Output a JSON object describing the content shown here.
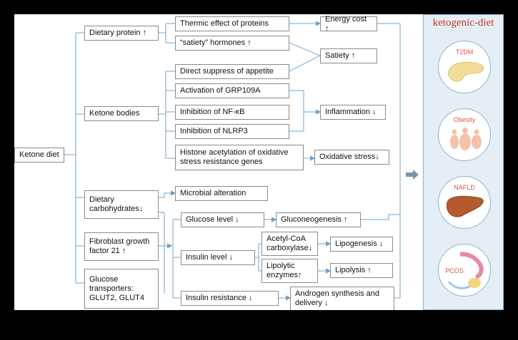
{
  "diagram": {
    "root": "Ketone diet",
    "sources": {
      "dietary_protein": "Dietary protein ↑",
      "ketone_bodies": "Ketone bodies",
      "dietary_carbohydrates": "Dietary carbohydrates↓",
      "fgf21": "Fibroblast growth factor 21 ↑",
      "glucose_transporters": "Glucose transporters: GLUT2, GLUT4"
    },
    "mechanisms": {
      "thermic_effect": "Thermic effect of proteins",
      "satiety_hormones": "“satiety” hormones ↑",
      "direct_suppress": "Direct suppress of appetite",
      "grp109a": "Activation of GRP109A",
      "nfkb": "Inhibition of NF-κB",
      "nlrp3": "Inhibition of NLRP3",
      "histone": "Histone acetylation of oxidative stress resistance genes",
      "microbial": "Microbial alteration",
      "glucose_level": "Glucose level ↓",
      "insulin_level": "Insulin level ↓",
      "insulin_resistance": "Insulin resistance ↓",
      "acetyl_coa": "Acetyl-CoA carboxylase↓",
      "lipolytic": "Lipolytic enzymes↑"
    },
    "outcomes": {
      "energy_cost": "Energy cost ↑",
      "satiety": "Satiety ↑",
      "inflammation": "Inflammation ↓",
      "oxidative_stress": "Oxidative stress↓",
      "gluconeogenesis": "Gluconeogenesis ↑",
      "lipogenesis": "Lipogenesis ↓",
      "lipolysis": "Lipolysis ↑",
      "androgen": "Androgen synthesis and delivery ↓"
    }
  },
  "panel": {
    "title": "ketogenic-diet",
    "conditions": [
      "T2DM",
      "Obesity",
      "NAFLD",
      "PCOS"
    ]
  },
  "colors": {
    "line": "#86b3d6",
    "title": "#c0392b",
    "label": "#d9534f",
    "arrow": "#7e93a8"
  }
}
